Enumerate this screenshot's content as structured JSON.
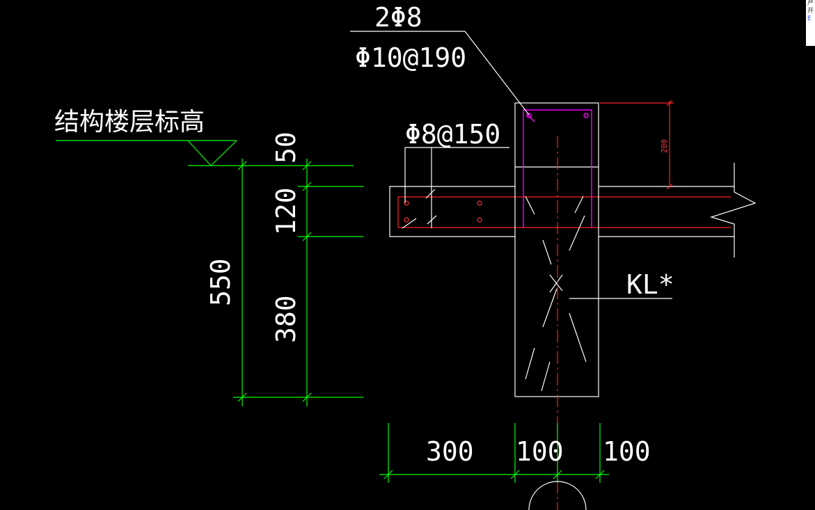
{
  "labels": {
    "top_rebar": "2Φ8",
    "stirrup": "Φ10@190",
    "slab_rebar": "Φ8@150",
    "floor_level": "结构楼层标高",
    "beam_mark": "KL*"
  },
  "dimensions": {
    "vertical": [
      "50",
      "120",
      "380"
    ],
    "vertical_total": "550",
    "horizontal": [
      "300",
      "100",
      "100"
    ],
    "small_height": "200"
  },
  "colors": {
    "background": "#000000",
    "outline": "#ffffff",
    "dimension": "#00ff00",
    "centerline": "#ff2020",
    "stirrup": "#ff00ff"
  },
  "corner_panel": {
    "items": [
      "严",
      "开",
      "E"
    ]
  }
}
